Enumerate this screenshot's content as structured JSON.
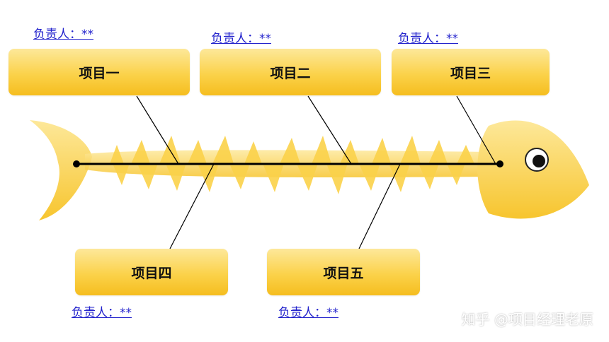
{
  "items": [
    {
      "label": "项目一",
      "owner": "负责人：**"
    },
    {
      "label": "项目二",
      "owner": "负责人：**"
    },
    {
      "label": "项目三",
      "owner": "负责人：**"
    },
    {
      "label": "项目四",
      "owner": "负责人：**"
    },
    {
      "label": "项目五",
      "owner": "负责人：**"
    }
  ],
  "watermark": "知乎 @项目经理老原",
  "colors": {
    "fish": "#fbd24a",
    "box_top": "#fde89a",
    "box_bottom": "#f5bd1f",
    "owner_link": "#2222cc",
    "spine": "#000000"
  }
}
